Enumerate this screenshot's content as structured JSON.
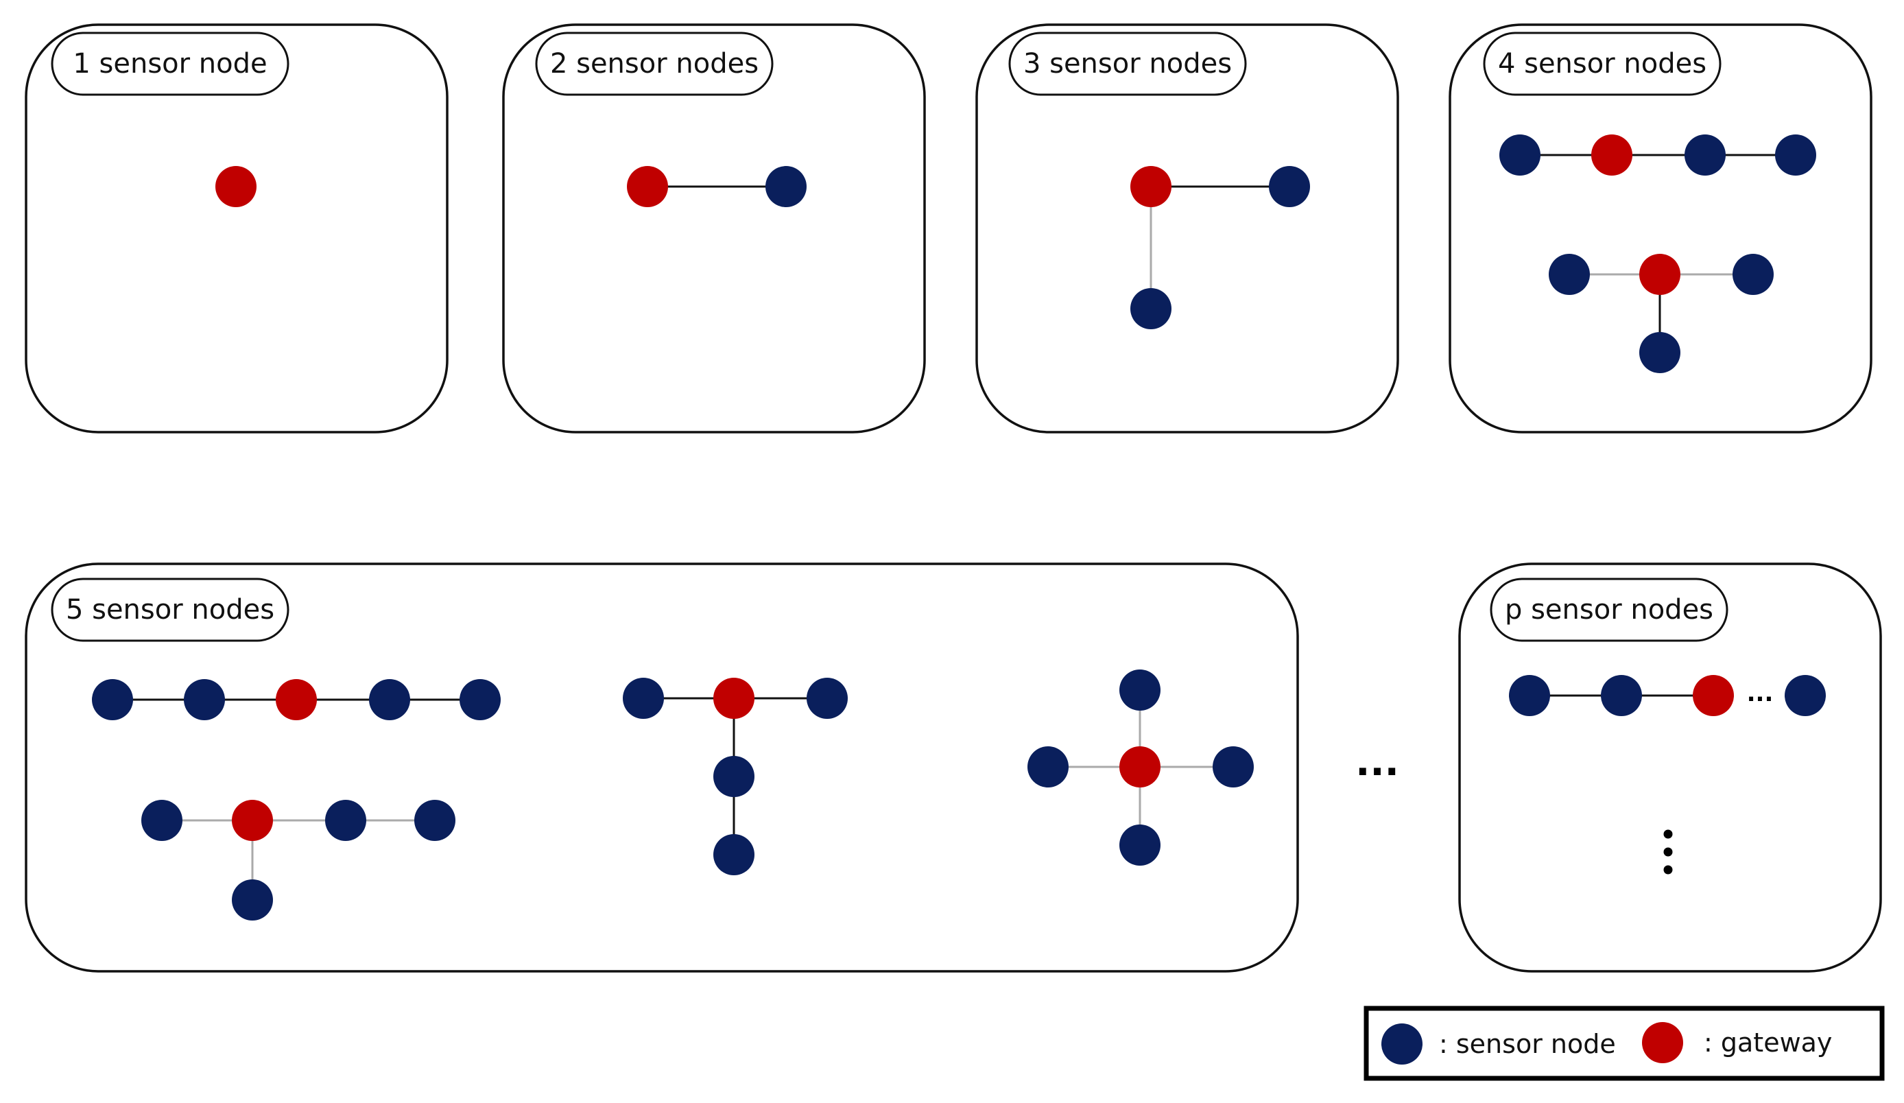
{
  "colors": {
    "sensor_node": "#0a1f5c",
    "gateway": "#c00000"
  },
  "panels": {
    "p1": {
      "title": "1 sensor node"
    },
    "p2": {
      "title": "2 sensor nodes"
    },
    "p3": {
      "title": "3 sensor nodes"
    },
    "p4": {
      "title": "4 sensor nodes"
    },
    "p5": {
      "title": "5 sensor nodes"
    },
    "pp": {
      "title": "p sensor nodes"
    }
  },
  "continuation": {
    "between_panels": "...",
    "inline": "...",
    "vertical": "⋮"
  },
  "legend": {
    "sensor_label": ": sensor node",
    "gateway_label": ": gateway"
  }
}
